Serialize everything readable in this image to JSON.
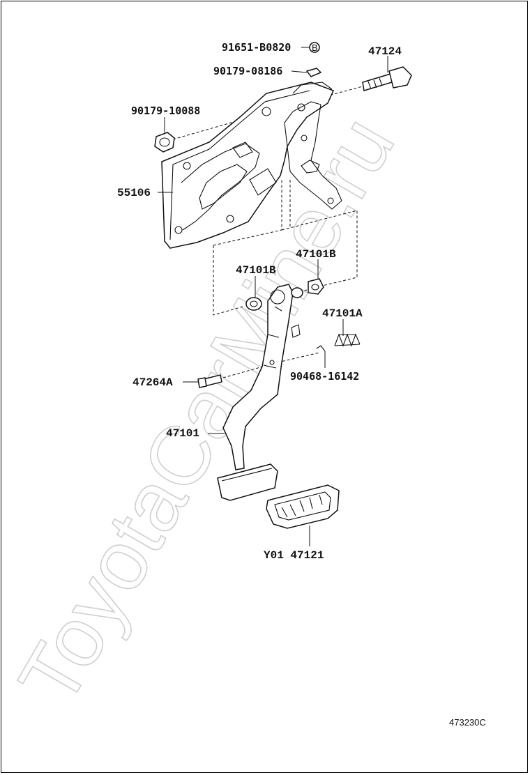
{
  "watermark": "ToyotaCarMine.ru",
  "diagram_code": "473230C",
  "callouts": {
    "c91651": "91651-B0820",
    "c91651_mark": "B",
    "c90179a": "90179-08186",
    "c47124": "47124",
    "c90179b": "90179-10088",
    "c55106": "55106",
    "c47101b_right": "47101B",
    "c47101b_left": "47101B",
    "c47101a": "47101A",
    "c47264a": "47264A",
    "c90468": "90468-16142",
    "c47101": "47101",
    "cy01": "Y01 47121"
  }
}
